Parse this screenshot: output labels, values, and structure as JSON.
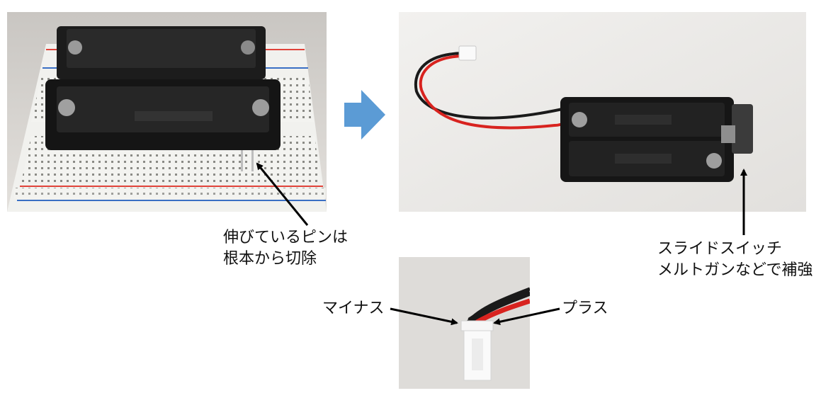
{
  "annotations": {
    "pin_note_line1": "伸びているピンは",
    "pin_note_line2": "根本から切除",
    "switch_note_line1": "スライドスイッチ",
    "switch_note_line2": "メルトガンなどで補強",
    "minus_label": "マイナス",
    "plus_label": "プラス"
  },
  "photos": {
    "breadboard": "breadboard-with-battery-holders",
    "assembled": "assembled-battery-pack-with-wire",
    "connector": "connector-closeup"
  },
  "colors": {
    "arrow_fill": "#5b9bd5",
    "wire_red": "#d8231f",
    "wire_black": "#1a1a1a",
    "holder_black": "#1c1c1c",
    "breadboard_white": "#f1f1ee",
    "rail_red": "#e0433a",
    "rail_blue": "#3a6fc4"
  }
}
